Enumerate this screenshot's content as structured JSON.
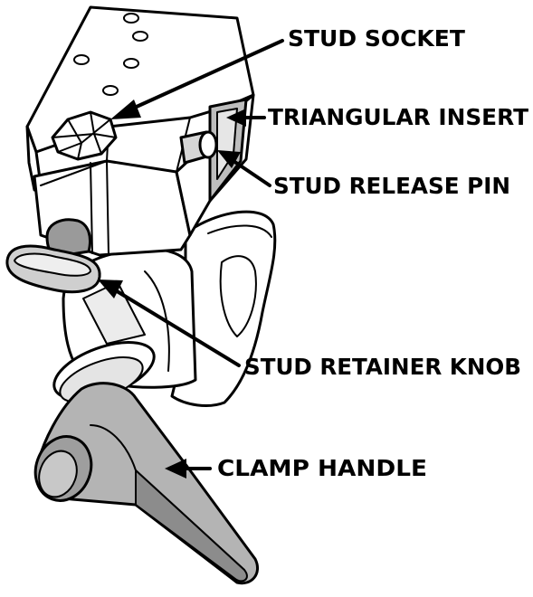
{
  "labels": {
    "stud_socket": "STUD SOCKET",
    "triangular_insert": "TRIANGULAR INSERT",
    "stud_release_pin": "STUD RELEASE PIN",
    "stud_retainer_knob": "STUD RETAINER KNOB",
    "clamp_handle": "CLAMP HANDLE"
  },
  "colors": {
    "ink": "#000000",
    "paper": "#ffffff",
    "light_shade": "#dcdcdc",
    "mid_shade": "#bdbdbd",
    "dark_shade": "#9a9a9a"
  }
}
